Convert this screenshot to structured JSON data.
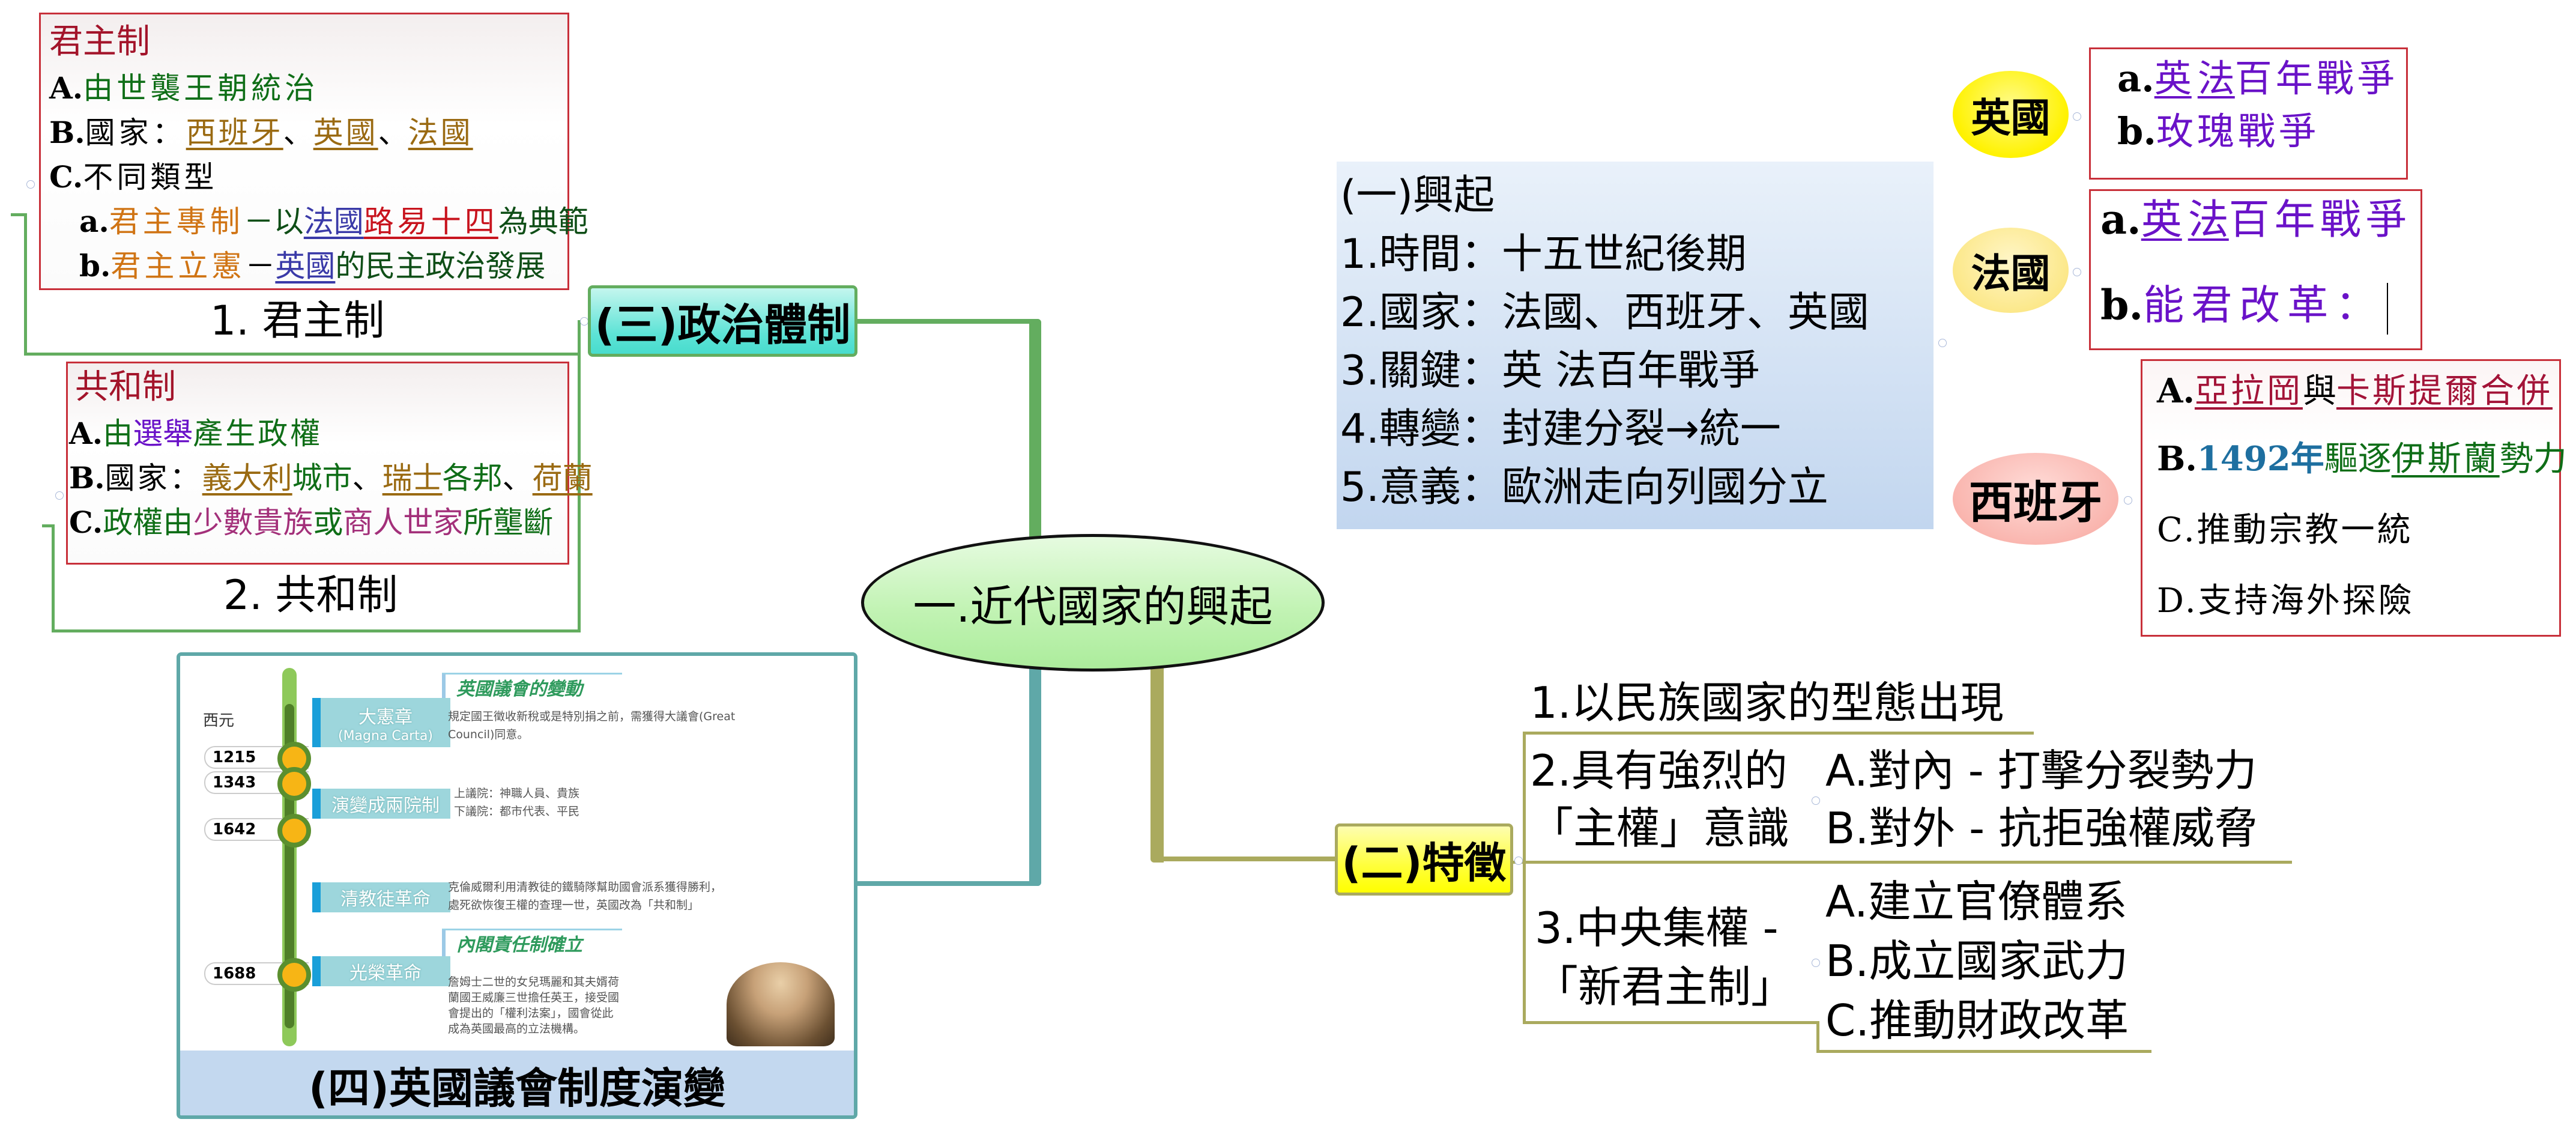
{
  "central": {
    "label": "一.近代國家的興起"
  },
  "rise": {
    "title": "(一)興起",
    "items": [
      "1.時間：十五世紀後期",
      "2.國家：法國、西班牙、英國",
      "3.關鍵：英 法百年戰爭",
      "4.轉變：封建分裂→統一",
      "5.意義：歐洲走向列國分立"
    ]
  },
  "countries": {
    "england": {
      "label": "英國",
      "a_prefix": "a.",
      "a_u1": "英",
      "a_u2": "法",
      "a_rest": "百年戰爭",
      "b_prefix": "b.",
      "b_text": "玫瑰戰爭"
    },
    "france": {
      "label": "法國",
      "a_prefix": "a.",
      "a_u1": "英",
      "a_u2": "法",
      "a_rest": "百年戰爭",
      "b_prefix": "b.",
      "b_text": "能君改革："
    },
    "spain": {
      "label": "西班牙",
      "a_prefix": "A.",
      "a_u1": "亞拉岡",
      "a_mid": "與",
      "a_u2": "卡斯提爾合併",
      "b_prefix": "B.",
      "b_year": "1492年",
      "b_mid": "驅逐",
      "b_u": "伊斯蘭",
      "b_rest": "勢力",
      "c": "C.推動宗教一統",
      "d": "D.支持海外探險"
    }
  },
  "features": {
    "label": "(二)特徵",
    "item1": "1.以民族國家的型態出現",
    "item2_line1": "2.具有強烈的",
    "item2_line2": "「主權」意識",
    "item2_a": "A.對內 - 打擊分裂勢力",
    "item2_b": "B.對外 - 抗拒強權威脅",
    "item3_line1": "3.中央集權 -",
    "item3_line2": "「新君主制」",
    "item3_a": "A.建立官僚體系",
    "item3_b": "B.成立國家武力",
    "item3_c": "C.推動財政改革"
  },
  "politics": {
    "label": "(三)政治體制",
    "monarchy": {
      "caption": "1. 君主制",
      "title": "君主制",
      "a_prefix": "A.",
      "a_text": "由世襲王朝統治",
      "b_prefix": "B.",
      "b_label": "國家：",
      "b_c1": "西班牙",
      "b_sep1": "、",
      "b_c2": "英國",
      "b_sep2": "、",
      "b_c3": "法國",
      "c_prefix": "C.",
      "c_text": "不同類型",
      "ca_prefix": "a.",
      "ca_type": "君主專制",
      "ca_dash": "－以",
      "ca_country": "法國",
      "ca_king": "路易十四",
      "ca_rest": "為典範",
      "cb_prefix": "b.",
      "cb_type": "君主立憲",
      "cb_dash": "－",
      "cb_country": "英國",
      "cb_rest": "的民主政治發展"
    },
    "republic": {
      "caption": "2. 共和制",
      "title": "共和制",
      "a_prefix": "A.",
      "a_t1": "由",
      "a_t2": "選舉",
      "a_t3": "產生政權",
      "b_prefix": "B.",
      "b_label": "國家：",
      "b_c1": "義大利",
      "b_c1r": "城市",
      "b_sep1": "、",
      "b_c2": "瑞士",
      "b_c2r": "各邦",
      "b_sep2": "、",
      "b_c3": "荷蘭",
      "c_prefix": "C.",
      "c_t1": "政權由",
      "c_t2": "少數貴族",
      "c_t3": "或",
      "c_t4": "商人世家",
      "c_t5": "所壟斷"
    }
  },
  "parliament": {
    "label": "(四)英國議會制度演變",
    "timeline": {
      "era_label": "西元",
      "years": [
        "1215",
        "1343",
        "1642",
        "1688"
      ],
      "events": [
        "大憲章",
        "(Magna Carta)",
        "演變成兩院制",
        "清教徒革命",
        "光榮革命"
      ],
      "heading1": "英國議會的變動",
      "heading2": "內閣責任制確立",
      "desc1_l1": "規定國王徵收新稅或是特別捐之前，需獲得大議會(Great",
      "desc1_l2": "Council)同意。",
      "desc2_l1": "上議院：神職人員、貴族",
      "desc2_l2": "下議院：都市代表、平民",
      "desc3_l1": "克倫威爾利用清教徒的鐵騎隊幫助國會派系獲得勝利，",
      "desc3_l2": "處死欲恢復王權的查理一世，英國改為「共和制」",
      "desc4_l1": "詹姆士二世的女兒瑪麗和其夫婿荷",
      "desc4_l2": "蘭國王威廉三世擔任英王，接受國",
      "desc4_l3": "會提出的「權利法案」，國會從此",
      "desc4_l4": "成為英國最高的立法機構。"
    }
  },
  "colors": {
    "green_branch": "#63ad5f",
    "teal_branch": "#5fa8a8",
    "olive_branch": "#aaaa5e",
    "box_border": "#c8303a",
    "purple_text": "#6a12c8",
    "dark_green_text": "#0f6e17",
    "gold_text": "#9a6a12",
    "orange_text": "#d07414",
    "blue_text": "#3a3aa8",
    "red_text": "#c8141e",
    "maroon_text": "#a31438",
    "magenta_text": "#a3307a"
  }
}
